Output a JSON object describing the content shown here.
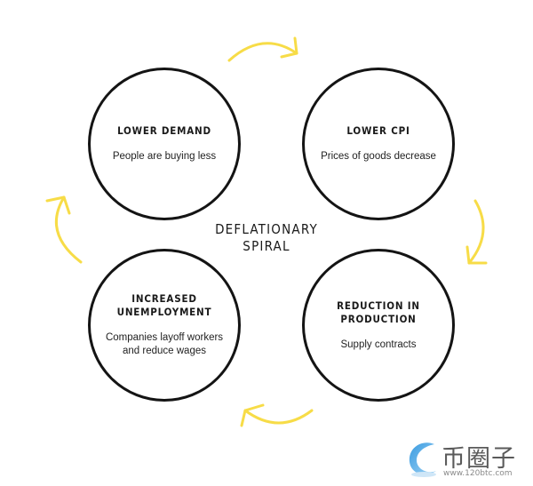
{
  "diagram": {
    "center_label": [
      "DEFLATIONARY",
      "SPIRAL"
    ],
    "nodes": [
      {
        "id": "lower-demand",
        "title": [
          "LOWER DEMAND"
        ],
        "description": [
          "People are buying less"
        ]
      },
      {
        "id": "lower-cpi",
        "title": [
          "LOWER CPI"
        ],
        "description": [
          "Prices of goods decrease"
        ]
      },
      {
        "id": "reduction-in-production",
        "title": [
          "REDUCTION IN",
          "PRODUCTION"
        ],
        "description": [
          "Supply contracts"
        ]
      },
      {
        "id": "increased-unemployment",
        "title": [
          "INCREASED",
          "UNEMPLOYMENT"
        ],
        "description": [
          "Companies layoff workers",
          "and reduce wages"
        ]
      }
    ],
    "arrow_color": "#F7DC47",
    "circle_border_color": "#141414"
  },
  "watermark": {
    "text": "币圈子",
    "url": "www.120btc.com",
    "icon": "c-swoosh-logo-icon"
  }
}
